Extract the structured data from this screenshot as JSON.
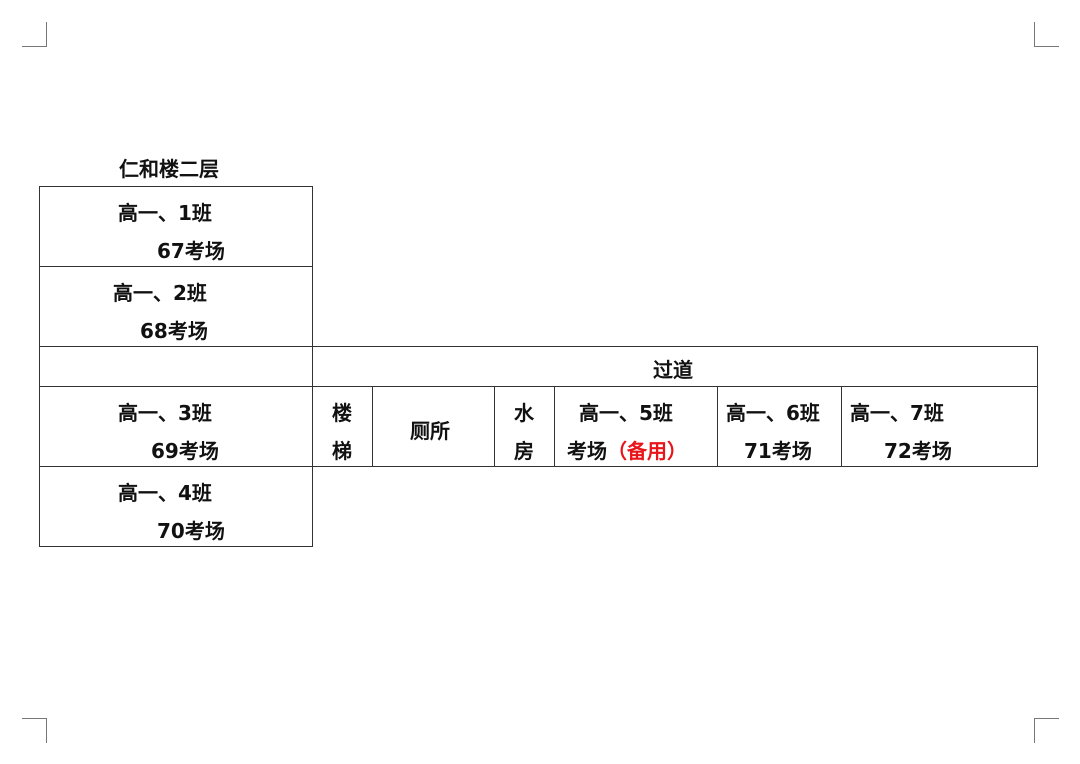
{
  "title": "仁和楼二层",
  "rooms": {
    "c1": {
      "l1": "高一、1班",
      "l2": "67考场"
    },
    "c2": {
      "l1": "高一、2班",
      "l2": "68考场"
    },
    "c3": {
      "l1": "高一、3班",
      "l2": "69考场"
    },
    "c4": {
      "l1": "高一、4班",
      "l2": "70考场"
    },
    "c5": {
      "l1": "高一、5班",
      "l2": "考场",
      "l2_note": "（备用）"
    },
    "c6": {
      "l1": "高一、6班",
      "l2": "71考场"
    },
    "c7": {
      "l1": "高一、7班",
      "l2": "72考场"
    }
  },
  "corridor": "过道",
  "stairs": {
    "l1": "楼",
    "l2": "梯"
  },
  "toilet": "厕所",
  "water": {
    "l1": "水",
    "l2": "房"
  },
  "colors": {
    "note": "#e8141a"
  }
}
